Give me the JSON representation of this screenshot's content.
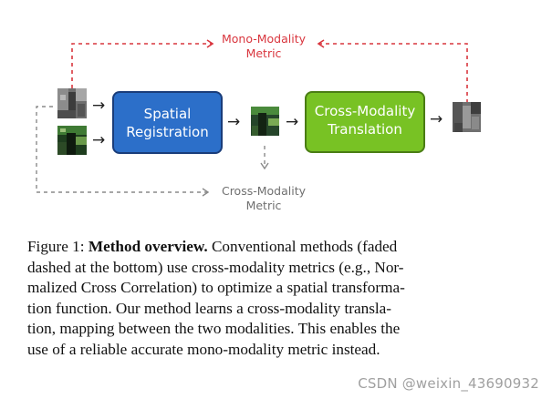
{
  "diagram": {
    "mono_metric_label": [
      "Mono-Modality",
      "Metric"
    ],
    "cross_metric_label": [
      "Cross-Modality",
      "Metric"
    ],
    "spatial_registration_label": [
      "Spatial",
      "Registration"
    ],
    "cross_modality_translation_label": [
      "Cross-Modality",
      "Translation"
    ],
    "arrow_glyph": "→",
    "colors": {
      "spatial_box": "#2c6fc9",
      "translation_box": "#78c224",
      "mono_metric": "#d9363e",
      "cross_metric": "#707070"
    }
  },
  "caption": {
    "label": "Figure 1: ",
    "title": "Method overview.",
    "line1_rest": " Conventional methods (faded",
    "line2": "dashed at the bottom) use cross-modality metrics (e.g., Nor-",
    "line3": "malized Cross Correlation) to optimize a spatial transforma-",
    "line4": "tion function. Our method learns a cross-modality transla-",
    "line5": "tion, mapping between the two modalities. This enables the",
    "line6": "use of a reliable accurate mono-modality metric instead."
  },
  "watermark": "CSDN @weixin_43690932"
}
